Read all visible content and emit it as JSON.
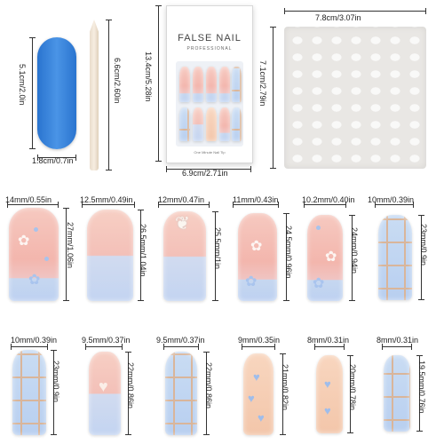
{
  "top": {
    "file": {
      "width": "1.8cm/0.7in",
      "height": "5.1cm/2.0in"
    },
    "stick": {
      "height": "6.6cm/2.60in"
    },
    "box": {
      "brand": "FALSE NAIL",
      "sub": "PROFESSIONAL",
      "footer": "One Minute Nail Tip",
      "width": "6.9cm/2.71in",
      "height": "13.4cm/5.28in"
    },
    "sheet": {
      "width": "7.8cm/3.07in",
      "height": "7.1cm/2.79in"
    }
  },
  "row1": [
    {
      "width": "14mm/0.55in",
      "length": "27mm/1.06in"
    },
    {
      "width": "12.5mm/0.49in",
      "length": "26.5mm/1.04in"
    },
    {
      "width": "12mm/0.47in",
      "length": "25.5mm/1in"
    },
    {
      "width": "11mm/0.43in",
      "length": "24.5mm/0.96in"
    },
    {
      "width": "10.2mm/0.40in",
      "length": "24mm/0.94in"
    },
    {
      "width": "10mm/0.39in",
      "length": "23mm/0.9in"
    }
  ],
  "row2": [
    {
      "width": "10mm/0.39in",
      "length": "23mm/0.9in"
    },
    {
      "width": "9.5mm/0.37in",
      "length": "22mm/0.86in"
    },
    {
      "width": "9.5mm/0.37in",
      "length": "22mm/0.86in"
    },
    {
      "width": "9mm/0.35in",
      "length": "21mm/0.82in"
    },
    {
      "width": "8mm/0.31in",
      "length": "20mm/0.78in"
    },
    {
      "width": "8mm/0.31in",
      "length": "19.5mm/0.76in"
    }
  ],
  "icons": {
    "flower": "✿",
    "heart": "♥",
    "bow": "❦"
  },
  "colors": {
    "pink": "#f3b6ad",
    "blue": "#bdd1f1",
    "plaid": "#d9b59a",
    "file": "#2f7fd8"
  }
}
